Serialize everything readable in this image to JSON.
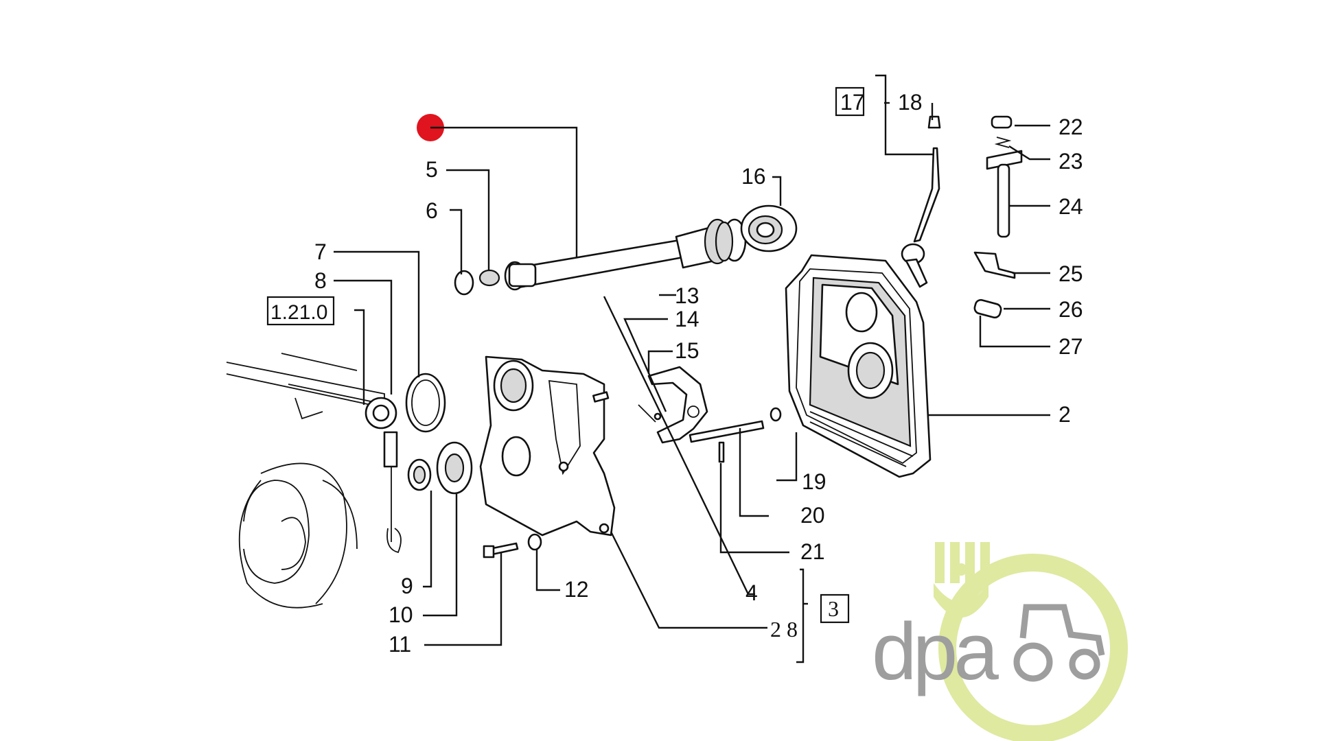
{
  "callouts": {
    "c2": "2",
    "c3": "3",
    "c4": "4",
    "c5": "5",
    "c6": "6",
    "c7": "7",
    "c8": "8",
    "c9": "9",
    "c10": "10",
    "c11": "11",
    "c12": "12",
    "c13": "13",
    "c14": "14",
    "c15": "15",
    "c16": "16",
    "c17": "17",
    "c18": "18",
    "c19": "19",
    "c20": "20",
    "c21": "21",
    "c22": "22",
    "c23": "23",
    "c24": "24",
    "c25": "25",
    "c26": "26",
    "c27": "27",
    "c28": "2 8",
    "c121": "1.21.0"
  },
  "logo": {
    "text": "dpa",
    "icon": "tractor-gear-icon",
    "text_color": "#9e9e9e",
    "accent_color": "#d8e68a"
  },
  "marker": {
    "icon": "red-dot-marker-icon",
    "color": "#e0141e"
  }
}
